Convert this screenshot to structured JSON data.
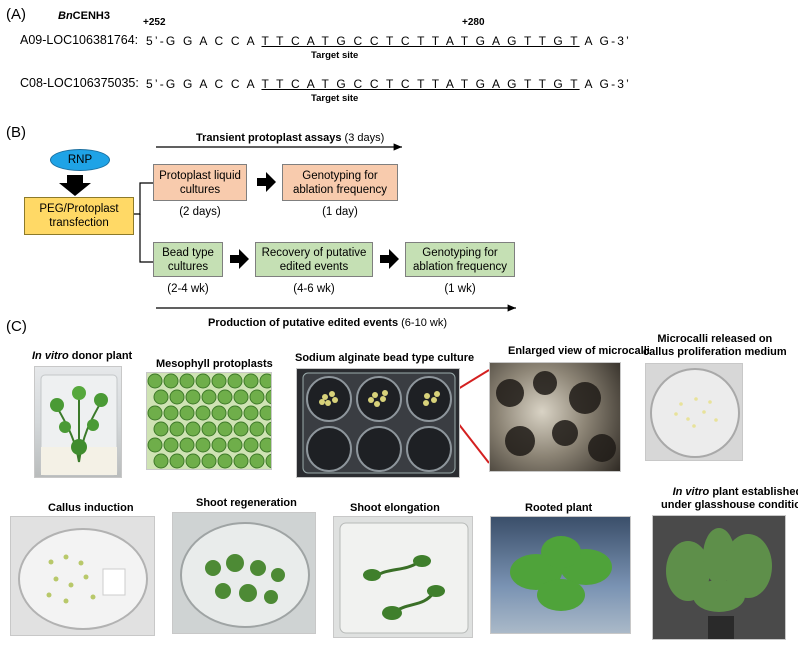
{
  "panelA": {
    "label": "(A)",
    "gene_prefix": "Bn",
    "gene_suffix": "CENH3",
    "pos_start": "+252",
    "pos_end": "+280",
    "rows": [
      {
        "name": "A09-LOC106381764:",
        "seq_pre": "5’-G G A C C A ",
        "seq_target": "T T C A T G C C T C T T A T G A G T T G T",
        "seq_post": " A G-3’",
        "target_label": "Target site"
      },
      {
        "name": "C08-LOC106375035:",
        "seq_pre": "5’-G G A C C A ",
        "seq_target": "T T C A T G C C T C T T A T G A G T T G T",
        "seq_post": " A G-3’",
        "target_label": "Target site"
      }
    ]
  },
  "panelB": {
    "label": "(B)",
    "rnp": "RNP",
    "peg": "PEG/Protoplast transfection",
    "transient_title": "Transient protoplast assays",
    "transient_dur": " (3 days)",
    "protoplast_cultures": "Protoplast liquid cultures",
    "protoplast_dur": "(2 days)",
    "genotyping_1": "Genotyping for ablation frequency",
    "genotyping_1_dur": "(1 day)",
    "bead_cultures": "Bead type cultures",
    "bead_dur": "(2-4 wk)",
    "recovery": "Recovery of putative edited events",
    "recovery_dur": "(4-6 wk)",
    "genotyping_2": "Genotyping for ablation frequency",
    "genotyping_2_dur": "(1 wk)",
    "production_title": "Production of putative edited events",
    "production_dur": " (6-10 wk)"
  },
  "panelC": {
    "label": "(C)",
    "cap_invitro_italic": "In vitro",
    "cap_invitro_rest": " donor plant",
    "cap_mesophyll": "Mesophyll protoplasts",
    "cap_bead": "Sodium alginate bead type culture",
    "cap_enlarged": "Enlarged view of microcalli",
    "cap_microcalli_1": "Microcalli released on",
    "cap_microcalli_2": "callus proliferation medium",
    "cap_callus": "Callus induction",
    "cap_shoot_regen": "Shoot regeneration",
    "cap_shoot_elong": "Shoot elongation",
    "cap_rooted": "Rooted plant",
    "cap_glass_italic": "In vitro",
    "cap_glass_rest1": " plant established",
    "cap_glass_2": "under glasshouse conditions"
  },
  "colors": {
    "rnp_fill": "#1fa3e6",
    "peach": "#f8cbad",
    "green": "#c5e0b4",
    "yellow": "#ffd966",
    "red_line": "#d42020"
  }
}
